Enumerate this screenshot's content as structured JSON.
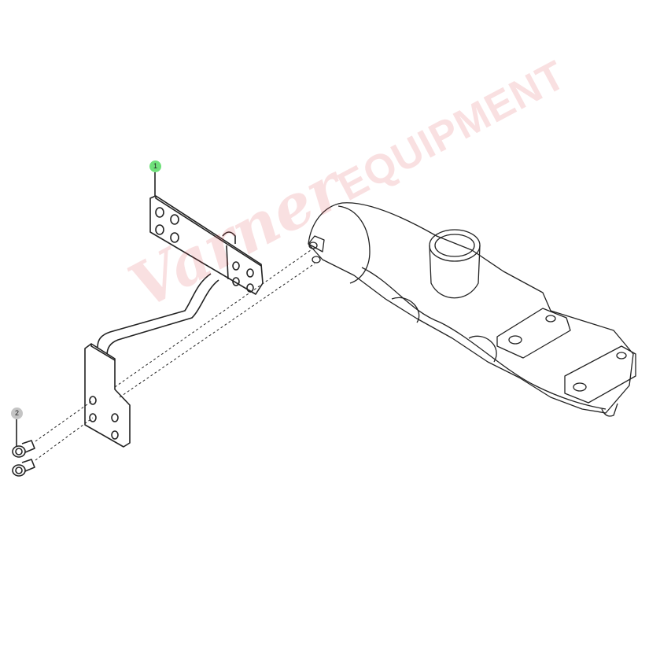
{
  "diagram": {
    "callouts": [
      {
        "label": "1",
        "color": "#6fe07a"
      },
      {
        "label": "2",
        "color": "#c4c4c4"
      }
    ],
    "watermark": {
      "script": "Varner",
      "caps": "EQUIPMENT"
    }
  }
}
